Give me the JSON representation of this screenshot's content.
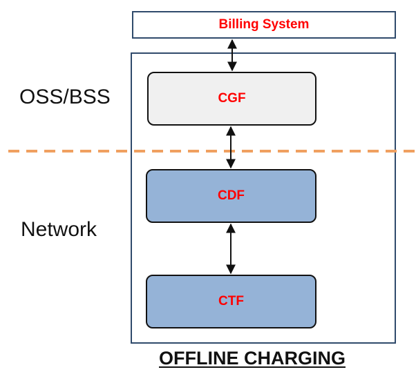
{
  "diagram": {
    "billing_system": "Billing System",
    "nodes": {
      "cgf": "CGF",
      "cdf": "CDF",
      "ctf": "CTF"
    },
    "regions": {
      "oss_bss": "OSS/BSS",
      "network": "Network"
    },
    "footer": "OFFLINE CHARGING"
  },
  "colors": {
    "label_red": "#ff0000",
    "box_border": "#2f4a6b",
    "node_blue": "#95b3d7",
    "node_gray": "#f0f0f0",
    "divider_orange": "#f0a060"
  }
}
